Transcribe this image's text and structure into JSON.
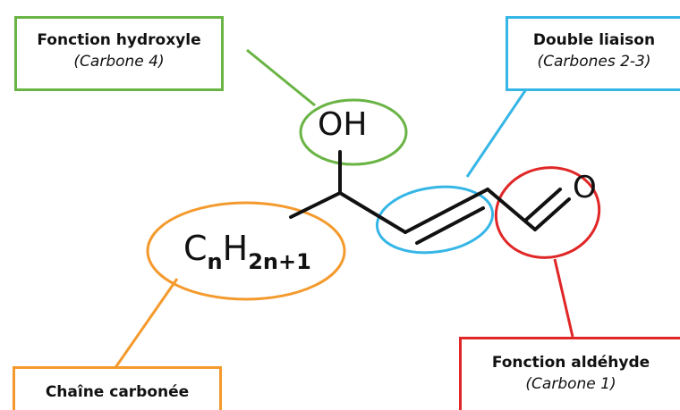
{
  "labels": {
    "hydroxyl": {
      "title": "Fonction hydroxyle",
      "subtitle": "(Carbone 4)"
    },
    "double_bond": {
      "title": "Double liaison",
      "subtitle": "(Carbones 2-3)"
    },
    "aldehyde": {
      "title": "Fonction aldéhyde",
      "subtitle": "(Carbone 1)"
    },
    "chain": {
      "title": "Chaîne carbonée"
    }
  },
  "molecule": {
    "hydroxyl_group": "OH",
    "carbonyl_oxygen": "O",
    "chain_formula": {
      "c": "C",
      "c_sub": "n",
      "h": "H",
      "h_sub": "2n+1"
    }
  },
  "colors": {
    "hydroxyl": "#6ab445",
    "double_bond": "#36b6e6",
    "aldehyde": "#e02626",
    "chain": "#f49a2d",
    "bonds": "#111111"
  }
}
